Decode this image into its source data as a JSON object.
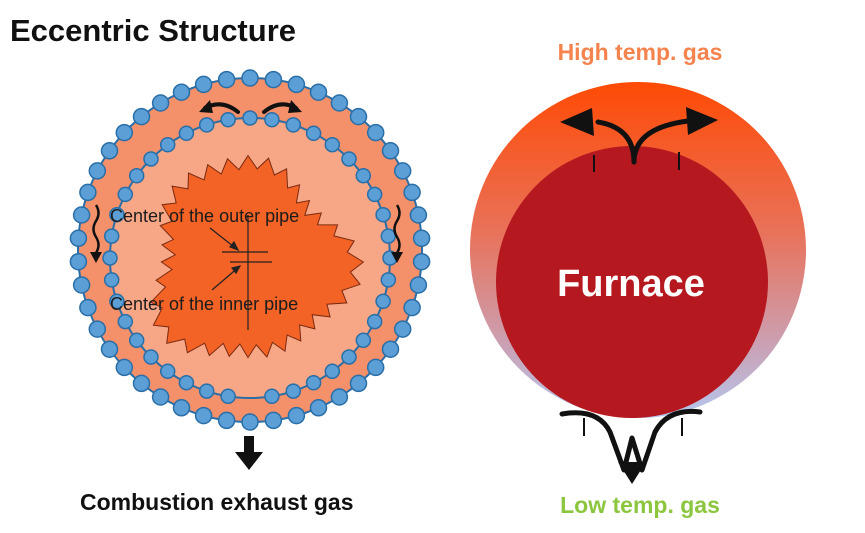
{
  "title": "Eccentric Structure",
  "left_diagram": {
    "outer_center_label": "Center of the outer pipe",
    "inner_center_label": "Center of the inner pipe",
    "exhaust_label": "Combustion exhaust gas"
  },
  "right_diagram": {
    "high_temp_label": "High temp. gas",
    "furnace_label": "Furnace",
    "low_temp_label": "Low temp. gas"
  },
  "colors": {
    "tube_blue": "#5b9fd6",
    "tube_outline": "#2a6ea8",
    "gas_orange": "#f4906a",
    "flame_orange": "#f26325",
    "furnace_red": "#b5191f",
    "high_temp_text": "#f5834e",
    "low_temp_text": "#8cc63f"
  }
}
